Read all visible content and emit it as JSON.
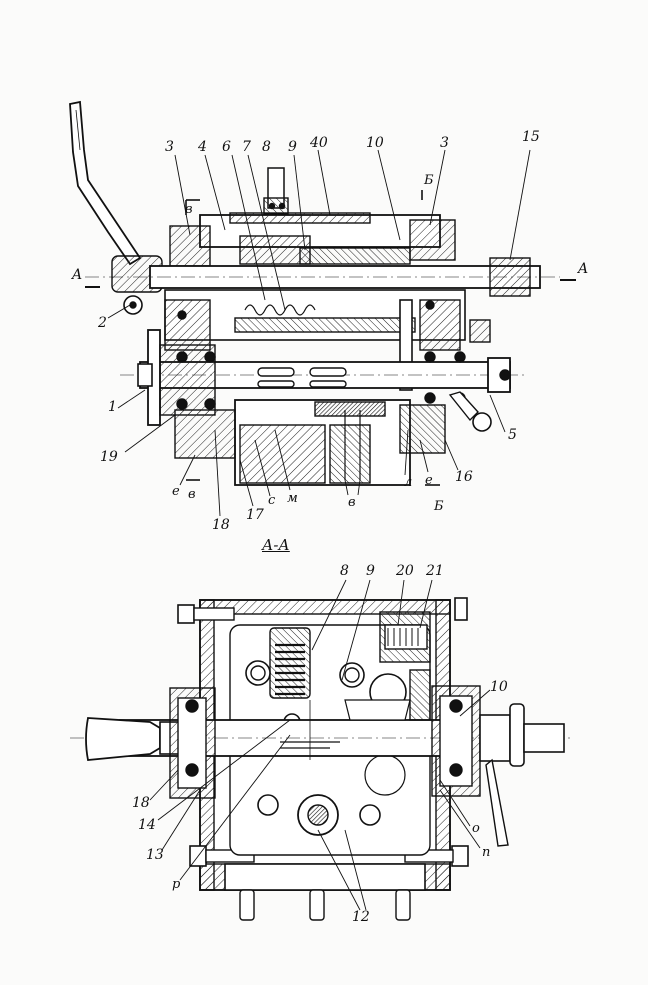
{
  "top_view": {
    "labels": {
      "l3a": "3",
      "l4": "4",
      "l6": "6",
      "l7": "7",
      "l8": "8",
      "l9": "9",
      "l40": "40",
      "l10": "10",
      "l3b": "3",
      "l15": "15",
      "lA_left": "A",
      "lA_right": "A",
      "l2": "2",
      "l1": "1",
      "l19": "19",
      "l5": "5",
      "l16": "16",
      "lB_top": "Б",
      "lv_top": "в",
      "lv_bottom": "в",
      "lB_bottom": "Б",
      "l18": "18",
      "l17": "17",
      "lc": "с",
      "lM": "м",
      "lv_mid": "в",
      "lL": "л",
      "le_mid": "е",
      "le_left": "е"
    }
  },
  "section_view": {
    "title": "А-А",
    "labels": {
      "l8": "8",
      "l9": "9",
      "l20": "20",
      "l21": "21",
      "l10": "10",
      "l18": "18",
      "l14": "14",
      "l13": "13",
      "lp": "р",
      "l12": "12",
      "lo": "о",
      "ln": "п"
    }
  }
}
